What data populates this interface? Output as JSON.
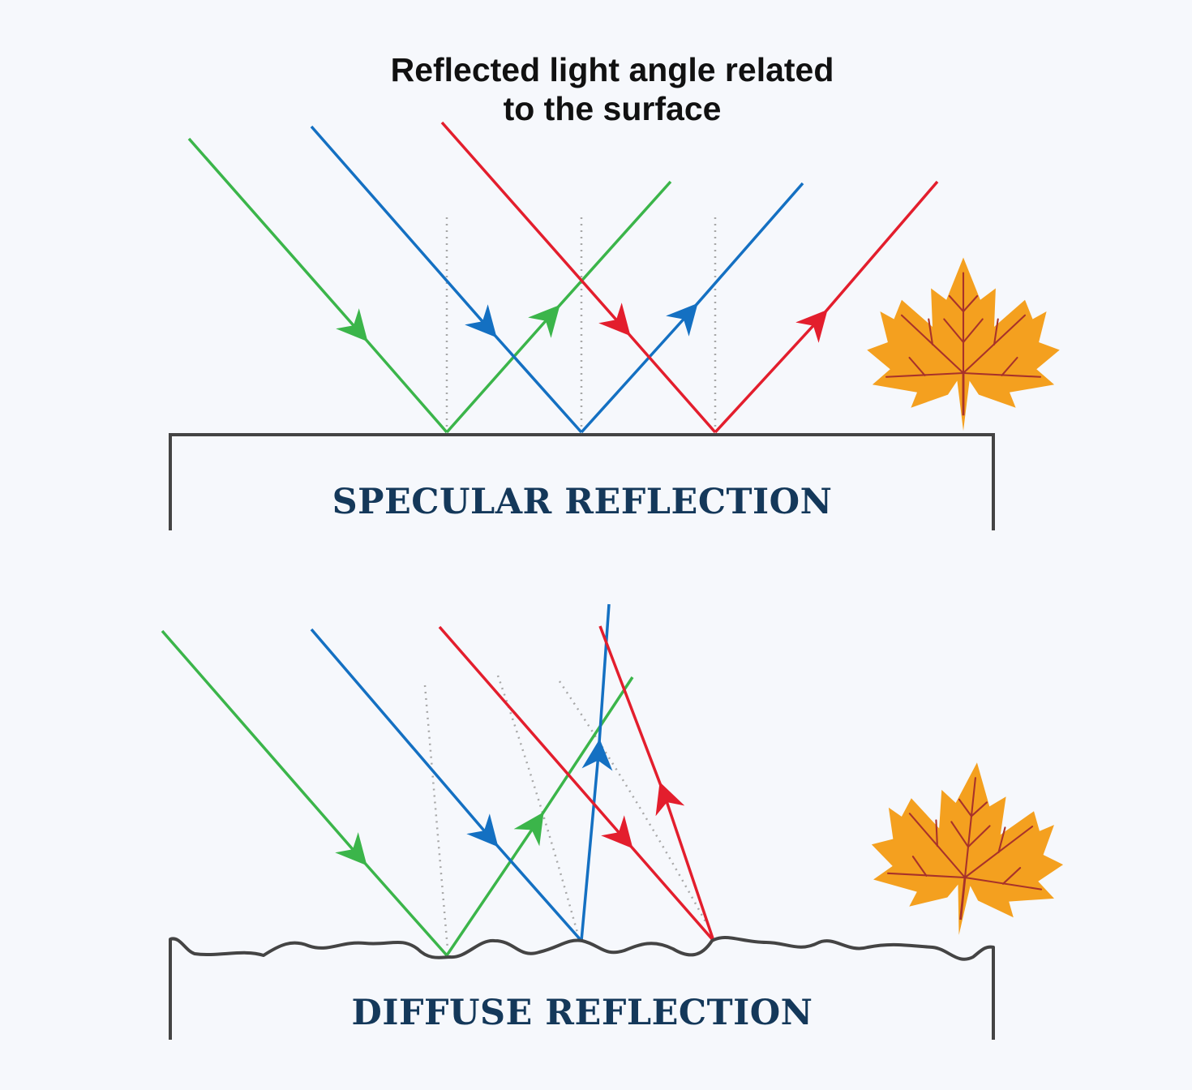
{
  "title": {
    "line1": "Reflected light angle related",
    "line2": "to the surface"
  },
  "sections": {
    "specular": {
      "label": "SPECULAR REFLECTION"
    },
    "diffuse": {
      "label": "DIFFUSE REFLECTION"
    }
  },
  "colors": {
    "green": "#3bb54a",
    "blue": "#1470c2",
    "red": "#e31e2d",
    "surface": "#444444",
    "normal": "#a8a8a8",
    "leaf": "#f4a01f",
    "leaf_vein": "#a8322a",
    "label": "#14385a"
  },
  "icons": [
    "maple-leaf-icon",
    "maple-leaf-icon"
  ]
}
